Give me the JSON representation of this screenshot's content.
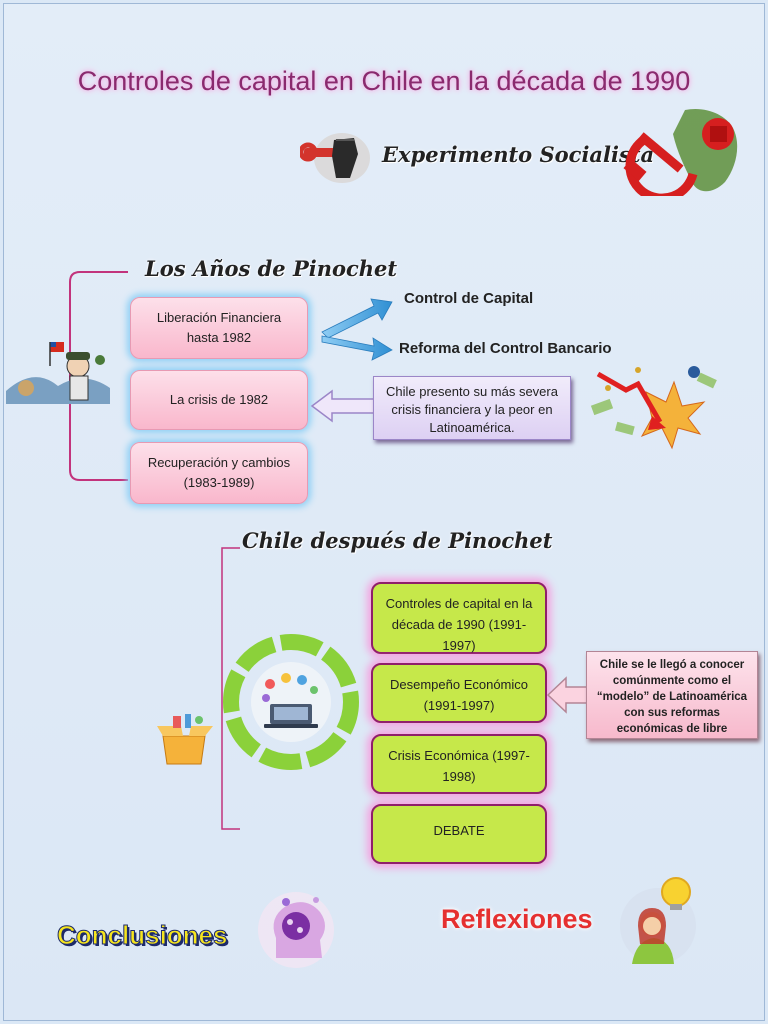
{
  "title": "Controles de capital en Chile en la década de 1990",
  "header_image_label": "Experimento Socialista",
  "pinochet": {
    "heading": "Los Años de Pinochet",
    "boxes": [
      "Liberación Financiera hasta 1982",
      "La crisis de 1982",
      "Recuperación y cambios (1983-1989)"
    ],
    "branches": [
      "Control de Capital",
      "Reforma del Control Bancario"
    ],
    "crisis_note": "Chile presento su más severa crisis financiera y la peor en Latinoamérica."
  },
  "post_pinochet": {
    "heading": "Chile después de Pinochet",
    "boxes": [
      "Controles de capital en la década de 1990 (1991-1997)",
      "Desempeño Económico (1991-1997)",
      "Crisis Económica (1997-1998)",
      "DEBATE"
    ],
    "model_note": "Chile se le llegó a conocer comúnmente como el “modelo” de Latinoamérica con sus reformas económicas de libre"
  },
  "footer": {
    "conclusions": "Conclusiones",
    "reflections": "Reflexiones"
  },
  "colors": {
    "title": "#8a2a6e",
    "pink_box": "#f9b7cc",
    "green_box": "#c6e84a",
    "bracket": "#c2337c",
    "arrow_blue": "#3a9ad9"
  }
}
